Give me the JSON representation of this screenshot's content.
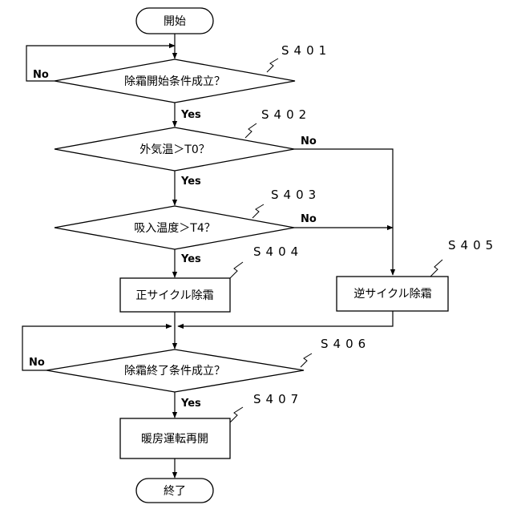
{
  "nodes": {
    "start": "開始",
    "s401": "除霜開始条件成立？",
    "s402": "外気温＞T0？",
    "s403": "吸入温度＞T4？",
    "s404": "正サイクル除霜",
    "s405": "逆サイクル除霜",
    "s406": "除霜終了条件成立？",
    "s407": "暖房運転再開",
    "end": "終了"
  },
  "steps": {
    "s401": "S401",
    "s402": "S402",
    "s403": "S403",
    "s404": "S404",
    "s405": "S405",
    "s406": "S406",
    "s407": "S407"
  },
  "edges": {
    "s401_no": "No",
    "s401_yes": "Yes",
    "s402_yes": "Yes",
    "s402_no": "No",
    "s403_yes": "Yes",
    "s403_no": "No",
    "s406_no": "No",
    "s406_yes": "Yes"
  }
}
